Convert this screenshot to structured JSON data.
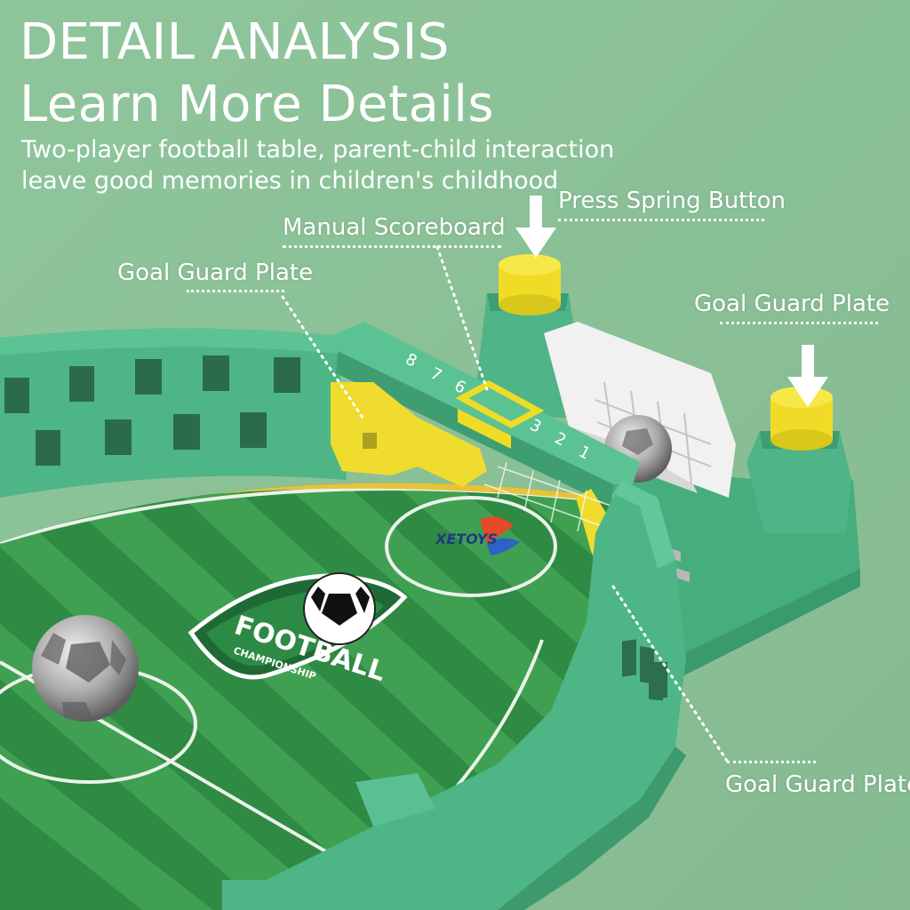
{
  "header": {
    "title_line1": "DETAIL ANALYSIS",
    "title_line2": "Learn More Details",
    "subtitle_line1": "Two-player football table, parent-child interaction",
    "subtitle_line2": "leave good memories in children's childhood"
  },
  "callouts": {
    "press_spring_button": "Press Spring Button",
    "manual_scoreboard": "Manual Scoreboard",
    "goal_guard_plate_left": "Goal Guard Plate",
    "goal_guard_plate_right": "Goal Guard Plate",
    "goal_guard_plate_bottom": "Goal Guard Plate"
  },
  "product": {
    "scoreboard_digits": [
      "1",
      "2",
      "3",
      "6",
      "7",
      "8"
    ],
    "badge_line1": "FOOTBALL",
    "badge_line2": "CHAMPIONSHIP",
    "brand_logo": "XETOYS"
  },
  "colors": {
    "background": "#8fc29a",
    "table_green": "#4cb384",
    "pitch_dark": "#2f8a44",
    "pitch_light": "#3f9b52",
    "button_yellow": "#f3e02a",
    "guard_yellow": "#efdc2e",
    "text": "#ffffff"
  },
  "icons": [
    "down-arrow-icon",
    "soccer-ball-icon",
    "goal-net-icon"
  ]
}
